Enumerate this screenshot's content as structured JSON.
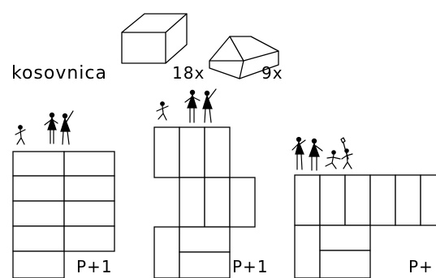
{
  "legend": {
    "title": "kosovnica",
    "cube_count": "18x",
    "wedge_count": "9x"
  },
  "configurations": [
    {
      "label": "P+1"
    },
    {
      "label": "P+1"
    },
    {
      "label": "P+"
    }
  ],
  "colors": {
    "ink": "#000000",
    "paper": "#ffffff"
  }
}
